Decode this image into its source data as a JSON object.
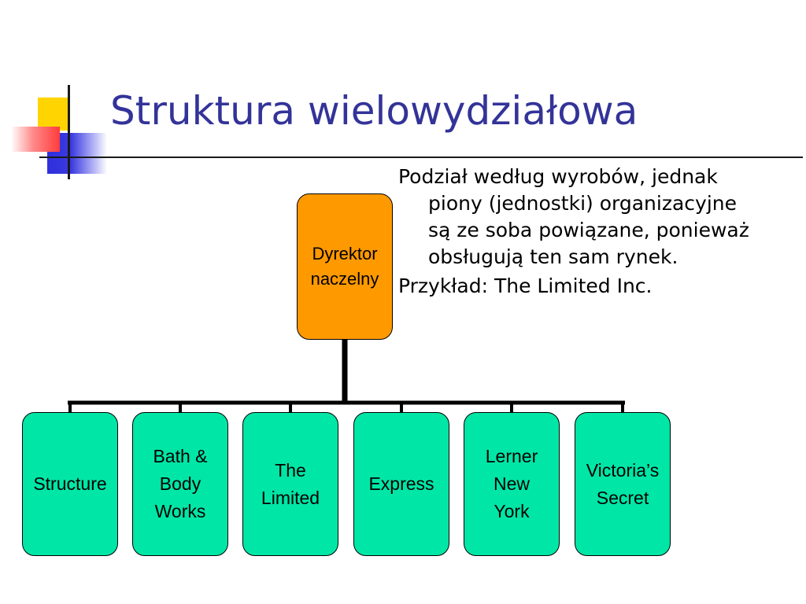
{
  "slide": {
    "title": "Struktura wielowydziałowa",
    "paragraphs": [
      "Podział według wyrobów, jednak piony (jednostki) organizacyjne są ze soba powiązane, ponieważ obsługują ten sam rynek.",
      "Przykład: The Limited Inc."
    ]
  },
  "org_chart": {
    "root": {
      "label": "Dyrektor\nnaczelny",
      "color": "#ff9900"
    },
    "children": [
      {
        "label": "Structure"
      },
      {
        "label": "Bath &\nBody\nWorks"
      },
      {
        "label": "The\nLimited"
      },
      {
        "label": "Express"
      },
      {
        "label": "Lerner\nNew\nYork"
      },
      {
        "label": "Victoria’s\nSecret"
      }
    ],
    "child_color": "#00e6a6"
  }
}
